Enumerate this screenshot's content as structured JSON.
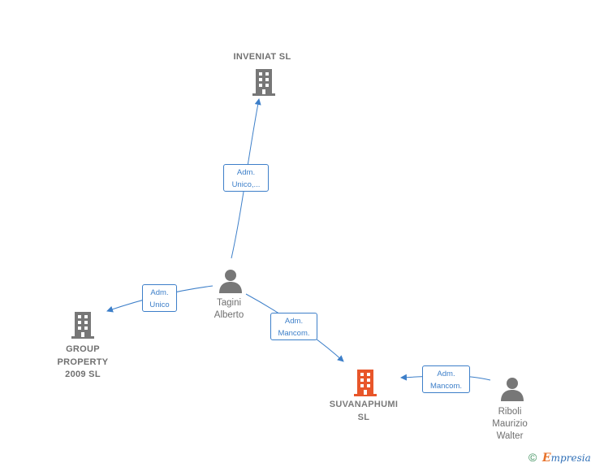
{
  "nodes": {
    "inveniat": {
      "label": "INVENIAT  SL",
      "kind": "company",
      "icon": "building-icon",
      "color": "#777777"
    },
    "group_property": {
      "label": "GROUP\nPROPERTY\n2009  SL",
      "kind": "company",
      "icon": "building-icon",
      "color": "#777777"
    },
    "suvanaphumi": {
      "label": "SUVANAPHUMI\nSL",
      "kind": "company",
      "icon": "building-icon",
      "color": "#e8562a"
    },
    "tagini": {
      "label": "Tagini\nAlberto",
      "kind": "person",
      "icon": "person-icon",
      "color": "#777777"
    },
    "riboli": {
      "label": "Riboli\nMaurizio\nWalter",
      "kind": "person",
      "icon": "person-icon",
      "color": "#777777"
    }
  },
  "edges": {
    "tagini_inveniat": {
      "line1": "Adm.",
      "line2": "Unico,..."
    },
    "tagini_group": {
      "line1": "Adm.",
      "line2": "Unico"
    },
    "tagini_suvanaphumi": {
      "line1": "Adm.",
      "line2": "Mancom."
    },
    "riboli_suvanaphumi": {
      "line1": "Adm.",
      "line2": "Mancom."
    }
  },
  "colors": {
    "edge": "#3d7fc9",
    "icon_gray": "#777777",
    "focus": "#e8562a"
  },
  "footer": {
    "copyright_symbol": "©",
    "brand_initial": "E",
    "brand_rest": "mpresia"
  }
}
